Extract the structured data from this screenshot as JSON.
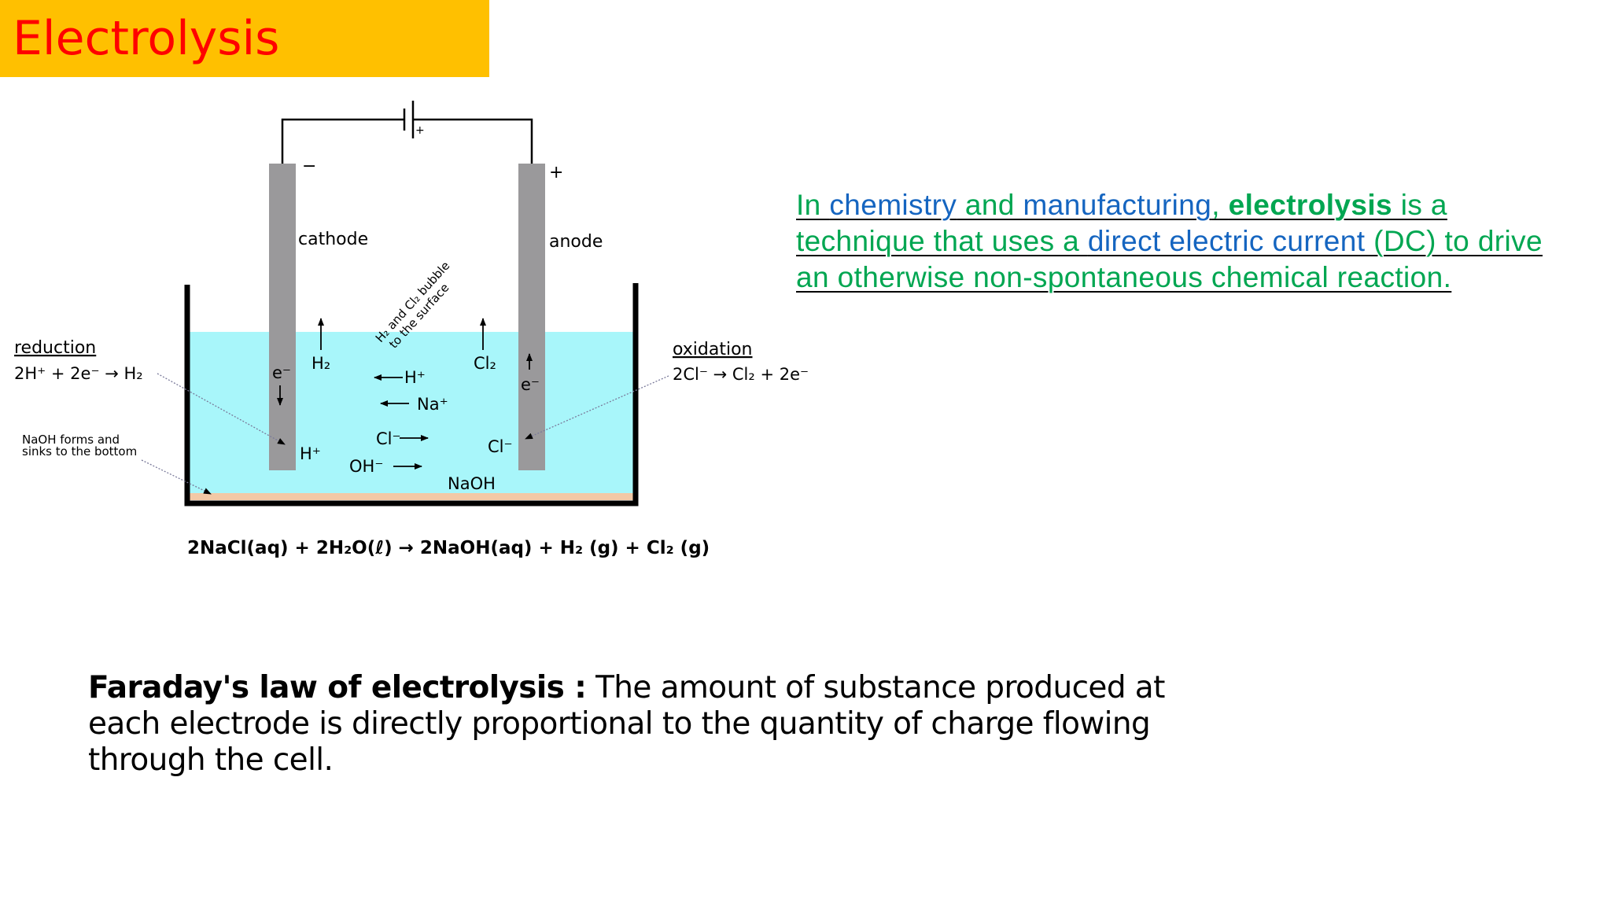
{
  "slide": {
    "title": "Electrolysis"
  },
  "diagram": {
    "minus_sign": "−",
    "plus_sign": "+",
    "battery_plus": "+",
    "cathode_label": "cathode",
    "anode_label": "anode",
    "bubble_note_line1": "H₂ and Cl₂ bubble",
    "bubble_note_line2": "to the surface",
    "reduction_title": "reduction",
    "reduction_equation": "2H⁺ + 2e⁻ → H₂",
    "oxidation_title": "oxidation",
    "oxidation_equation": "2Cl⁻ → Cl₂ + 2e⁻",
    "naoh_note_line1": "NaOH forms and",
    "naoh_note_line2": "sinks to the bottom",
    "h2_label": "H₂",
    "cl2_label": "Cl₂",
    "e_cathode": "e⁻",
    "e_anode": "e⁻",
    "h_plus_cathode": "H⁺",
    "h_plus_mid": "H⁺",
    "na_plus": "Na⁺",
    "cl_minus_mid": "Cl⁻",
    "cl_minus_anode": "Cl⁻",
    "oh_minus": "OH⁻",
    "naoh_label": "NaOH",
    "overall_equation": "2NaCl(aq) + 2H₂O(ℓ) → 2NaOH(aq) + H₂ (g) + Cl₂ (g)",
    "colors": {
      "electrolyte": "#A8F6FA",
      "electrode": "#9A999B",
      "sediment": "#F3C9A6",
      "wire": "#000000"
    }
  },
  "definition": {
    "part1": "In ",
    "link_chemistry": "chemistry",
    "part2": " and ",
    "link_manufacturing": "manufacturing",
    "part3": ", ",
    "term": "electrolysis",
    "part4": " is a technique that uses a ",
    "link_dc": "direct electric current",
    "part5": " (DC) to drive an otherwise non-spontaneous chemical reaction.",
    "colors": {
      "text": "#00A651",
      "link": "#1565C0"
    }
  },
  "faraday": {
    "law_name": "Faraday's law of electrolysis :",
    "statement": " The amount of substance produced at each electrode is directly proportional to the quantity of charge flowing through the cell."
  }
}
